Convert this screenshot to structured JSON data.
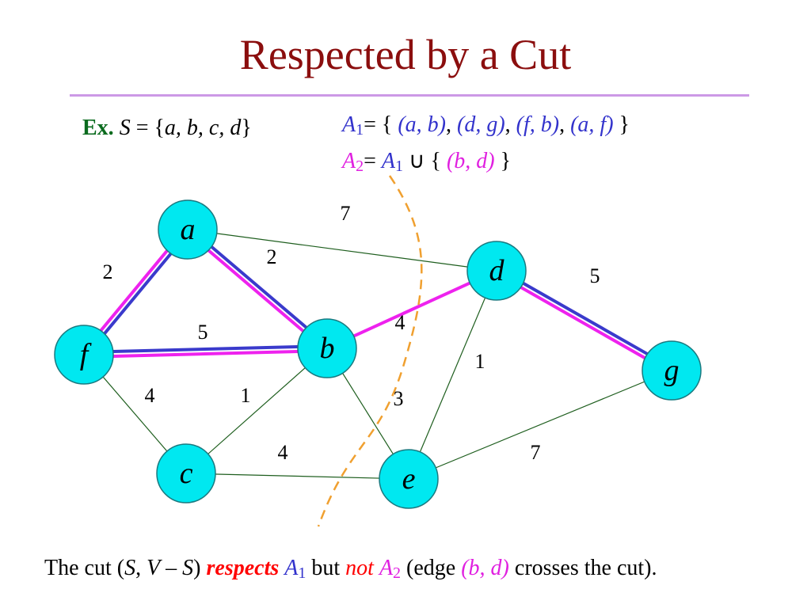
{
  "title": "Respected by a Cut",
  "example": {
    "label": "Ex.",
    "set_name": "S",
    "equals_open": " = {",
    "members": "a, b, c, d",
    "close": "}"
  },
  "sets": {
    "a1": {
      "name": "A",
      "sub": "1",
      "equals": "= { ",
      "edges": [
        "(a, b)",
        "(d, g)",
        "(f, b)",
        "(a, f)"
      ],
      "close": " }"
    },
    "a2": {
      "name": "A",
      "sub": "2",
      "equals": "= ",
      "ref_name": "A",
      "ref_sub": "1",
      "union": " ∪ { ",
      "edge": "(b, d)",
      "close": " }"
    }
  },
  "graph": {
    "nodes": [
      {
        "id": "a",
        "label": "a"
      },
      {
        "id": "b",
        "label": "b"
      },
      {
        "id": "c",
        "label": "c"
      },
      {
        "id": "d",
        "label": "d"
      },
      {
        "id": "e",
        "label": "e"
      },
      {
        "id": "f",
        "label": "f"
      },
      {
        "id": "g",
        "label": "g"
      }
    ],
    "edges": [
      {
        "from": "a",
        "to": "d",
        "weight": "7",
        "in_a1": false,
        "in_a2": false
      },
      {
        "from": "a",
        "to": "f",
        "weight": "2",
        "in_a1": true,
        "in_a2": true
      },
      {
        "from": "a",
        "to": "b",
        "weight": "2",
        "in_a1": true,
        "in_a2": true
      },
      {
        "from": "f",
        "to": "b",
        "weight": "5",
        "in_a1": true,
        "in_a2": true
      },
      {
        "from": "b",
        "to": "d",
        "weight": "4",
        "in_a1": false,
        "in_a2": true
      },
      {
        "from": "d",
        "to": "g",
        "weight": "5",
        "in_a1": true,
        "in_a2": true
      },
      {
        "from": "f",
        "to": "c",
        "weight": "4",
        "in_a1": false,
        "in_a2": false
      },
      {
        "from": "c",
        "to": "b",
        "weight": "1",
        "in_a1": false,
        "in_a2": false
      },
      {
        "from": "b",
        "to": "e",
        "weight": "3",
        "in_a1": false,
        "in_a2": false
      },
      {
        "from": "d",
        "to": "e",
        "weight": "1",
        "in_a1": false,
        "in_a2": false
      },
      {
        "from": "c",
        "to": "e",
        "weight": "4",
        "in_a1": false,
        "in_a2": false
      },
      {
        "from": "e",
        "to": "g",
        "weight": "7",
        "in_a1": false,
        "in_a2": false
      }
    ],
    "colors": {
      "node_fill": "#00e8f0",
      "node_stroke": "#1a7a80",
      "a1_edge": "#3a3acc",
      "a2_edge": "#ee22ee",
      "plain_edge": "#1e5e1e",
      "cut_line": "#f0a030"
    }
  },
  "caption": {
    "p1": "The cut (",
    "s": "S",
    "comma": ", ",
    "v": "V",
    "minus": " – ",
    "s2": "S",
    "p2": ") ",
    "respects": "respects",
    "a1_name": "A",
    "a1_sub": "1",
    "but": " but ",
    "not": "not",
    "a2_name": "A",
    "a2_sub": "2",
    "edge_open": "  (edge ",
    "edge": "(b, d)",
    "edge_close": " crosses the cut)."
  }
}
